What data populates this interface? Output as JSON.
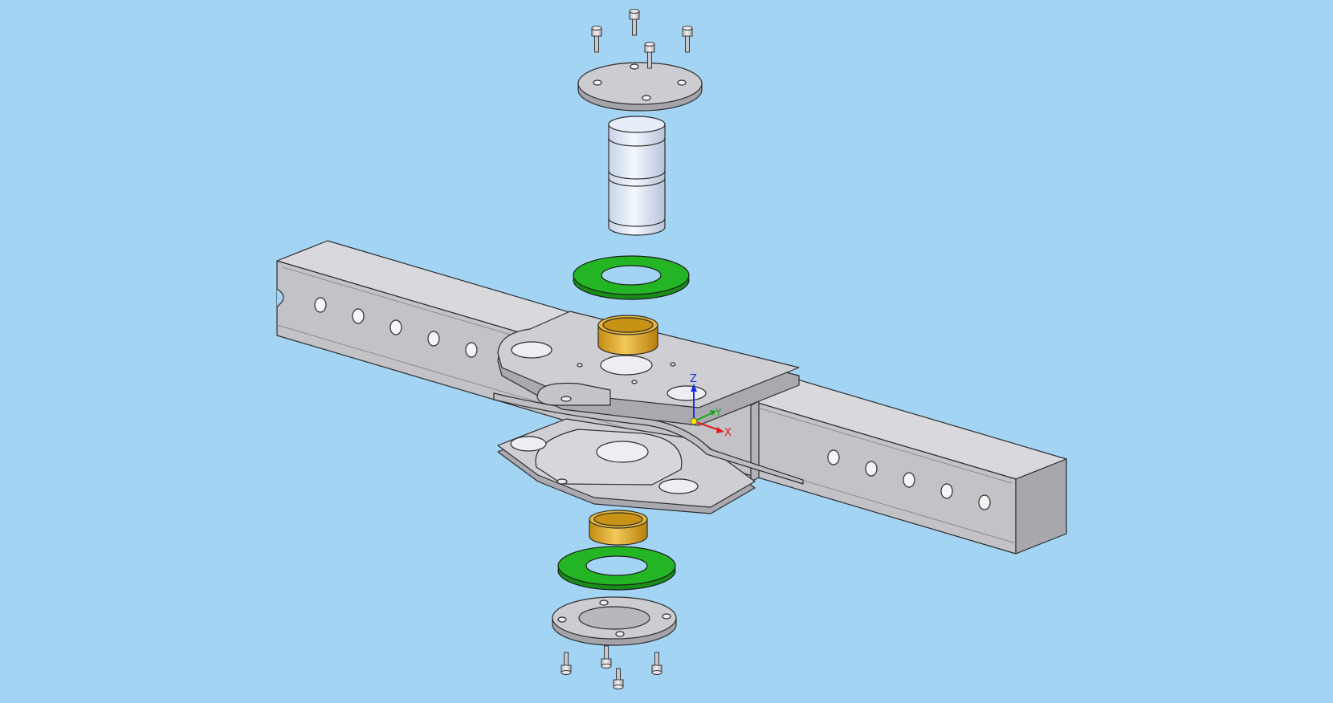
{
  "viewport": {
    "background": "#a3d4f4"
  },
  "triad": {
    "z_label": "Z",
    "y_label": "Y",
    "x_label": "X",
    "colors": {
      "z": "#1a2ee6",
      "y": "#12a81a",
      "x": "#e41a1a",
      "origin": "#f2e600"
    }
  },
  "colors": {
    "steel": "#c6c6ca",
    "steel_dark": "#9c9ca2",
    "steel_light": "#dedee2",
    "washer_green": "#22b022",
    "bushing_gold": "#d8a21c",
    "bearing_blue": "#d7e1ef",
    "edge": "#2d2d2d"
  },
  "parts": [
    "top-screws",
    "top-cap-plate",
    "linear-bearing",
    "upper-green-washer",
    "upper-bronze-bushing",
    "main-beam",
    "upper-pivot-plate",
    "lower-pivot-plate",
    "lower-bronze-bushing",
    "lower-green-washer",
    "bottom-flange-plate",
    "bottom-screws"
  ]
}
